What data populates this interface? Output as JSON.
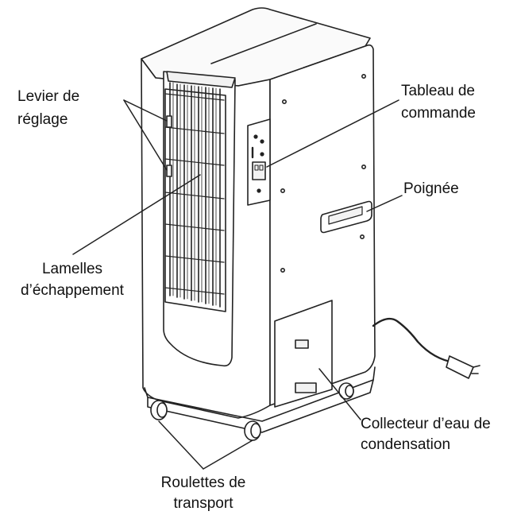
{
  "labels": {
    "levier_line1": "Levier de",
    "levier_line2": "réglage",
    "tableau_line1": "Tableau de",
    "tableau_line2": "commande",
    "poignee": "Poignée",
    "lamelles_line1": "Lamelles",
    "lamelles_line2": "d’échappement",
    "collecteur_line1": "Collecteur d’eau de",
    "collecteur_line2": "condensation",
    "roulettes_line1": "Roulettes de",
    "roulettes_line2": "transport"
  },
  "colors": {
    "line": "#222222",
    "fill": "#ffffff",
    "shade": "#f2f2f2"
  }
}
